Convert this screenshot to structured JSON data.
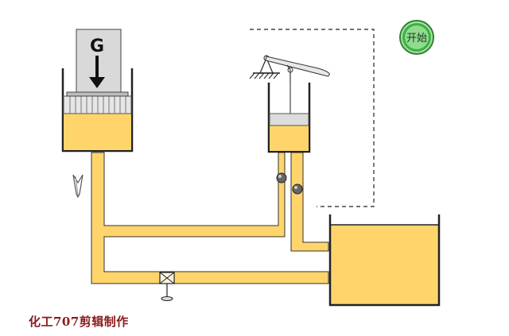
{
  "diagram": {
    "load_label": "G",
    "start_button_label": "开始",
    "credit_text": "化工707剪辑制作"
  },
  "colors": {
    "oil": "#FFD56B",
    "oil_stroke": "#333333",
    "cylinder_gray": "#d9d9d9",
    "start_button_green": "#3cb043",
    "credit_red": "#8b1a1a"
  }
}
